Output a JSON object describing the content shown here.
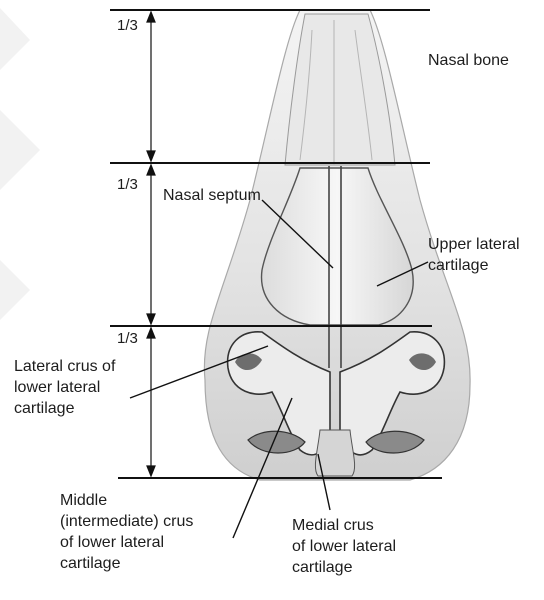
{
  "figure": {
    "thirds": [
      "1/3",
      "1/3",
      "1/3"
    ],
    "labels": {
      "nasal_bone": "Nasal bone",
      "nasal_septum": "Nasal septum",
      "upper_lateral_cartilage": "Upper lateral\ncartilage",
      "lateral_crus": "Lateral crus of\nlower lateral\ncartilage",
      "middle_crus": "Middle\n(intermediate) crus\nof lower lateral\ncartilage",
      "medial_crus": "Medial crus\nof lower lateral\ncartilage"
    }
  }
}
